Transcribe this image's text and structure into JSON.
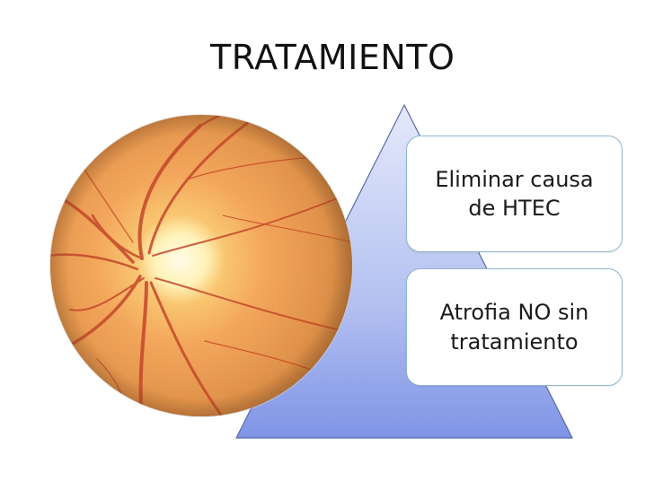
{
  "slide": {
    "title": "TRATAMIENTO",
    "image": {
      "description_icon": "optic-disc-fundus-image"
    },
    "pyramid": {
      "items": [
        {
          "label": "Eliminar causa\nde HTEC"
        },
        {
          "label": "Atrofia NO sin\ntratamiento"
        }
      ]
    },
    "colors": {
      "pyramid_top": "#e4e9fb",
      "pyramid_bottom": "#7f94e6",
      "box_border": "#8fb6cf",
      "fundus_outer": "#c8813a",
      "fundus_mid": "#f2a45a",
      "vessel": "#c4472a"
    }
  }
}
